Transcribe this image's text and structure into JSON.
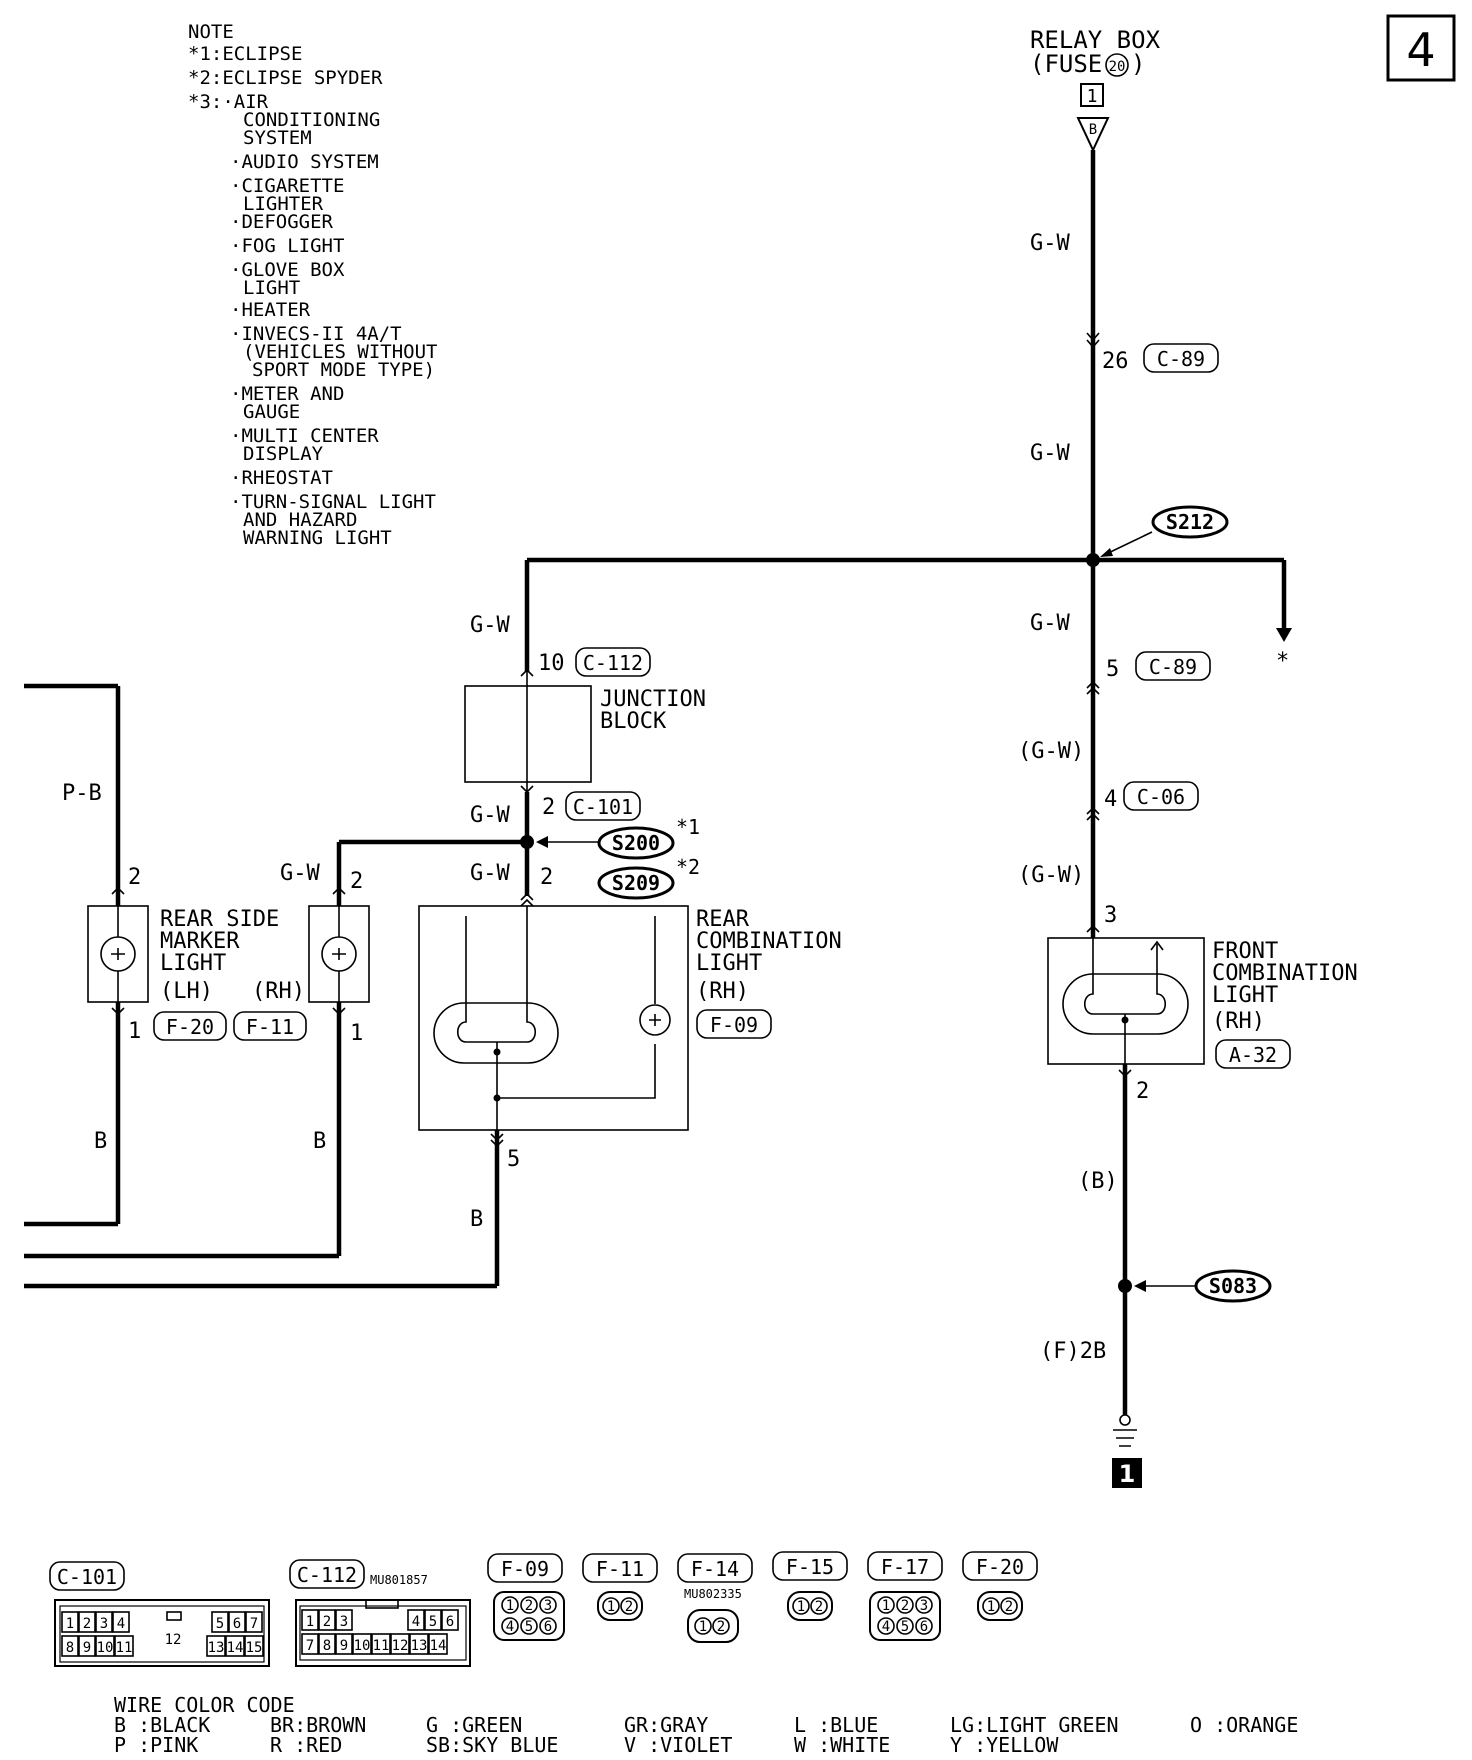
{
  "page_number": "4",
  "note": {
    "title": "NOTE",
    "lines": [
      "*1:ECLIPSE",
      "*2:ECLIPSE SPYDER",
      "*3:·AIR",
      "CONDITIONING",
      "SYSTEM",
      "·AUDIO SYSTEM",
      "·CIGARETTE",
      "LIGHTER",
      "·DEFOGGER",
      "·FOG LIGHT",
      "·GLOVE BOX",
      "LIGHT",
      "·HEATER",
      "·INVECS-II 4A/T",
      "(VEHICLES WITHOUT",
      "SPORT MODE TYPE)",
      "·METER AND",
      "GAUGE",
      "·MULTI CENTER",
      "DISPLAY",
      "·RHEOSTAT",
      "·TURN-SIGNAL LIGHT",
      "AND HAZARD",
      "WARNING LIGHT"
    ]
  },
  "relay_box": {
    "title": "RELAY BOX",
    "fuse_prefix": "(FUSE",
    "fuse_num": "20",
    "fuse_suffix": ")",
    "terminal": "1",
    "connector_mark": "B"
  },
  "wires": {
    "gw": "G-W",
    "gw_paren": "(G-W)",
    "pb": "P-B",
    "b": "B",
    "b_paren": "(B)",
    "f2b": "(F)2B"
  },
  "pins": {
    "p26": "26",
    "p10": "10",
    "p5": "5",
    "p4": "4",
    "p3": "3",
    "p2": "2",
    "p1": "1"
  },
  "connectors": {
    "c89": "C-89",
    "c112": "C-112",
    "c101": "C-101",
    "c06": "C-06",
    "f20": "F-20",
    "f11": "F-11",
    "f09": "F-09",
    "a32": "A-32",
    "f14": "F-14",
    "f15": "F-15",
    "f17": "F-17"
  },
  "splices": {
    "s212": "S212",
    "s200": "S200",
    "s209": "S209",
    "s083": "S083",
    "ref1": "*1",
    "ref2": "*2",
    "star": "*"
  },
  "components": {
    "junction_block": [
      "JUNCTION",
      "BLOCK"
    ],
    "rear_side_marker": [
      "REAR SIDE",
      "MARKER",
      "LIGHT"
    ],
    "lh": "(LH)",
    "rh": "(RH)",
    "rear_combination": [
      "REAR",
      "COMBINATION",
      "LIGHT",
      "(RH)"
    ],
    "front_combination": [
      "FRONT",
      "COMBINATION",
      "LIGHT",
      "(RH)"
    ]
  },
  "ground": "1",
  "connector_views": {
    "c112_part": "MU801857",
    "f14_part": "MU802335",
    "c101_top": [
      "1",
      "2",
      "3",
      "4"
    ],
    "c101_top_right": [
      "5",
      "6",
      "7"
    ],
    "c101_bottom": [
      "8",
      "9",
      "10",
      "11"
    ],
    "c101_bottom_right": [
      "13",
      "14",
      "15"
    ],
    "c101_mid": "12",
    "c112_top": [
      "1",
      "2",
      "3"
    ],
    "c112_top_right": [
      "4",
      "5",
      "6"
    ],
    "c112_bottom": [
      "7",
      "8",
      "9",
      "10",
      "11",
      "12",
      "13",
      "14"
    ],
    "six_pin": [
      "1",
      "2",
      "3",
      "4",
      "5",
      "6"
    ],
    "two_pin": [
      "1",
      "2"
    ]
  },
  "wire_color_code": {
    "title": "WIRE COLOR CODE",
    "row1": [
      "B :BLACK",
      "BR:BROWN",
      "G :GREEN",
      "GR:GRAY",
      "L :BLUE",
      "LG:LIGHT GREEN",
      "O :ORANGE"
    ],
    "row2": [
      "P :PINK",
      "R :RED",
      "SB:SKY BLUE",
      "V :VIOLET",
      "W :WHITE",
      "Y :YELLOW"
    ]
  }
}
